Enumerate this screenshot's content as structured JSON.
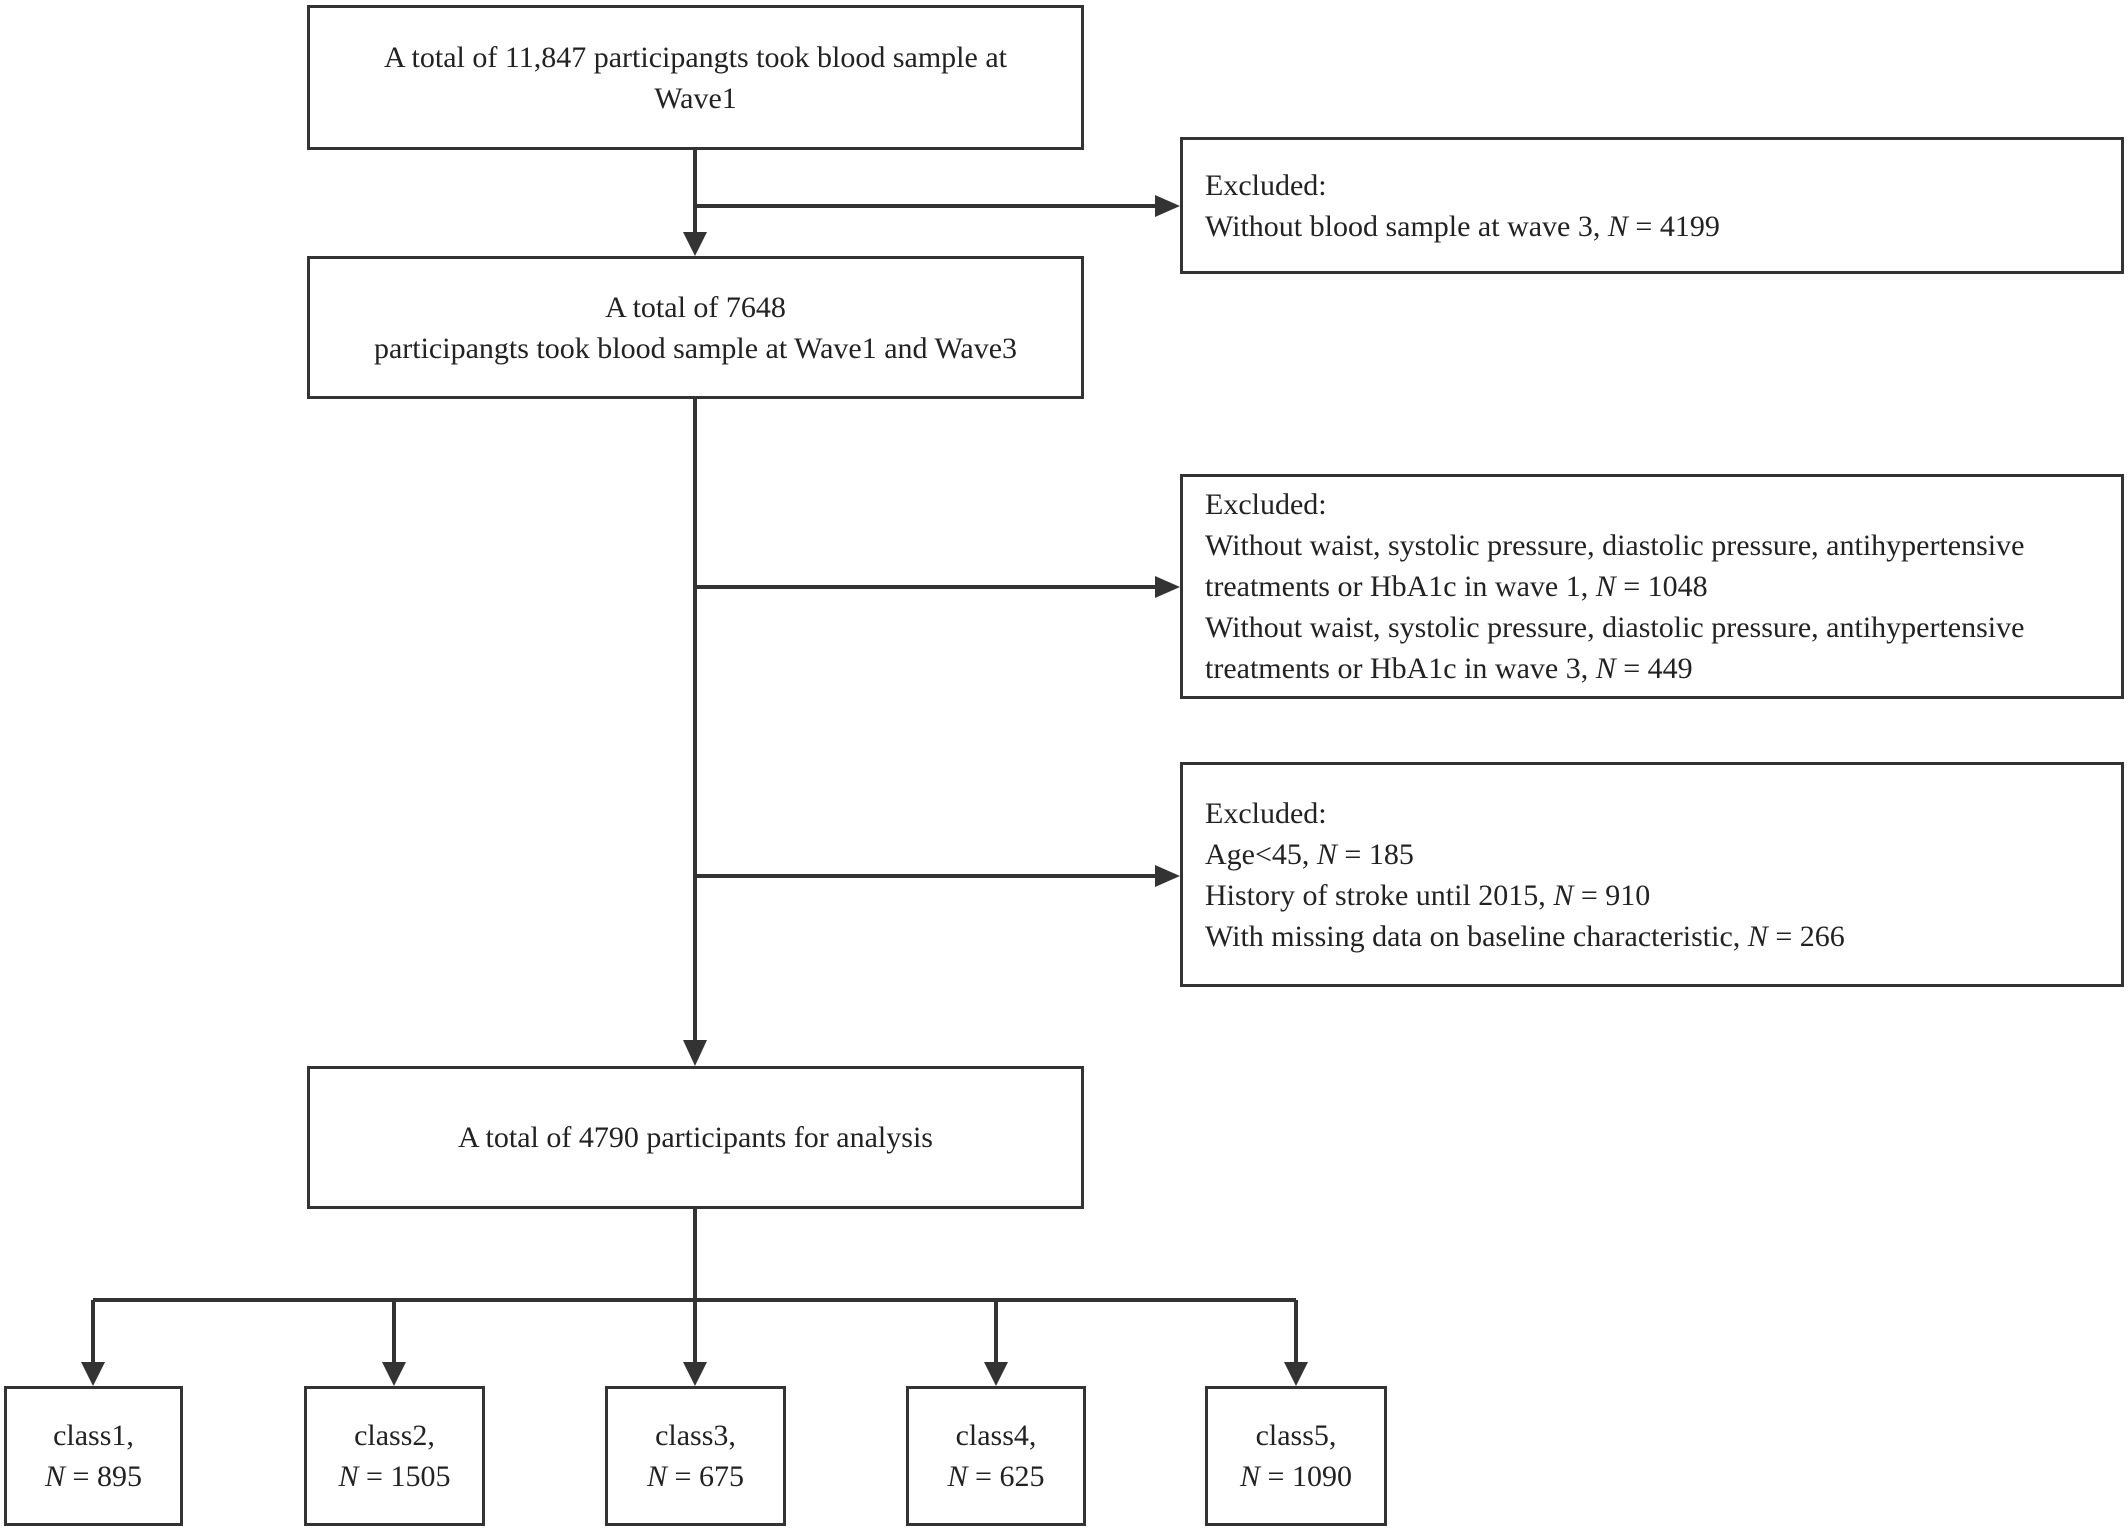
{
  "boxes": {
    "wave1": {
      "lines": [
        "A total of 11,847 participangts took blood sample at",
        "Wave1"
      ]
    },
    "wave1_3": {
      "lines": [
        "A total of 7648",
        "participangts took blood sample at Wave1 and Wave3"
      ]
    },
    "analysis": {
      "lines": [
        "A total of 4790 participants for analysis"
      ]
    },
    "excl1": {
      "heading": "Excluded:",
      "items": [
        {
          "text": "Without blood sample at wave 3, ",
          "n_symbol": "N",
          "n_text": " = 4199"
        }
      ]
    },
    "excl2": {
      "heading": "Excluded:",
      "lines": [
        "Without waist, systolic pressure, diastolic pressure, antihypertensive",
        "treatments or HbA1c in wave 1, ",
        "Without waist, systolic pressure, diastolic pressure, antihypertensive",
        "treatments or HbA1c in wave 3, "
      ],
      "n_symbol": "N",
      "n1_text": " = 1048",
      "n2_text": " = 449"
    },
    "excl3": {
      "heading": "Excluded:",
      "items": [
        {
          "text": "Age<45, ",
          "n_symbol": "N",
          "n_text": " = 185"
        },
        {
          "text": "History of stroke until 2015, ",
          "n_symbol": "N",
          "n_text": " = 910"
        },
        {
          "text": "With missing data on baseline characteristic, ",
          "n_symbol": "N",
          "n_text": " = 266"
        }
      ]
    },
    "classes": [
      {
        "label": "class1,",
        "n_symbol": "N",
        "n_text": " = 895"
      },
      {
        "label": "class2,",
        "n_symbol": "N",
        "n_text": " = 1505"
      },
      {
        "label": "class3,",
        "n_symbol": "N",
        "n_text": " = 675"
      },
      {
        "label": "class4,",
        "n_symbol": "N",
        "n_text": " = 625"
      },
      {
        "label": "class5,",
        "n_symbol": "N",
        "n_text": " = 1090"
      }
    ]
  },
  "colors": {
    "line": "#333333",
    "text": "#222222",
    "background": "#ffffff"
  }
}
